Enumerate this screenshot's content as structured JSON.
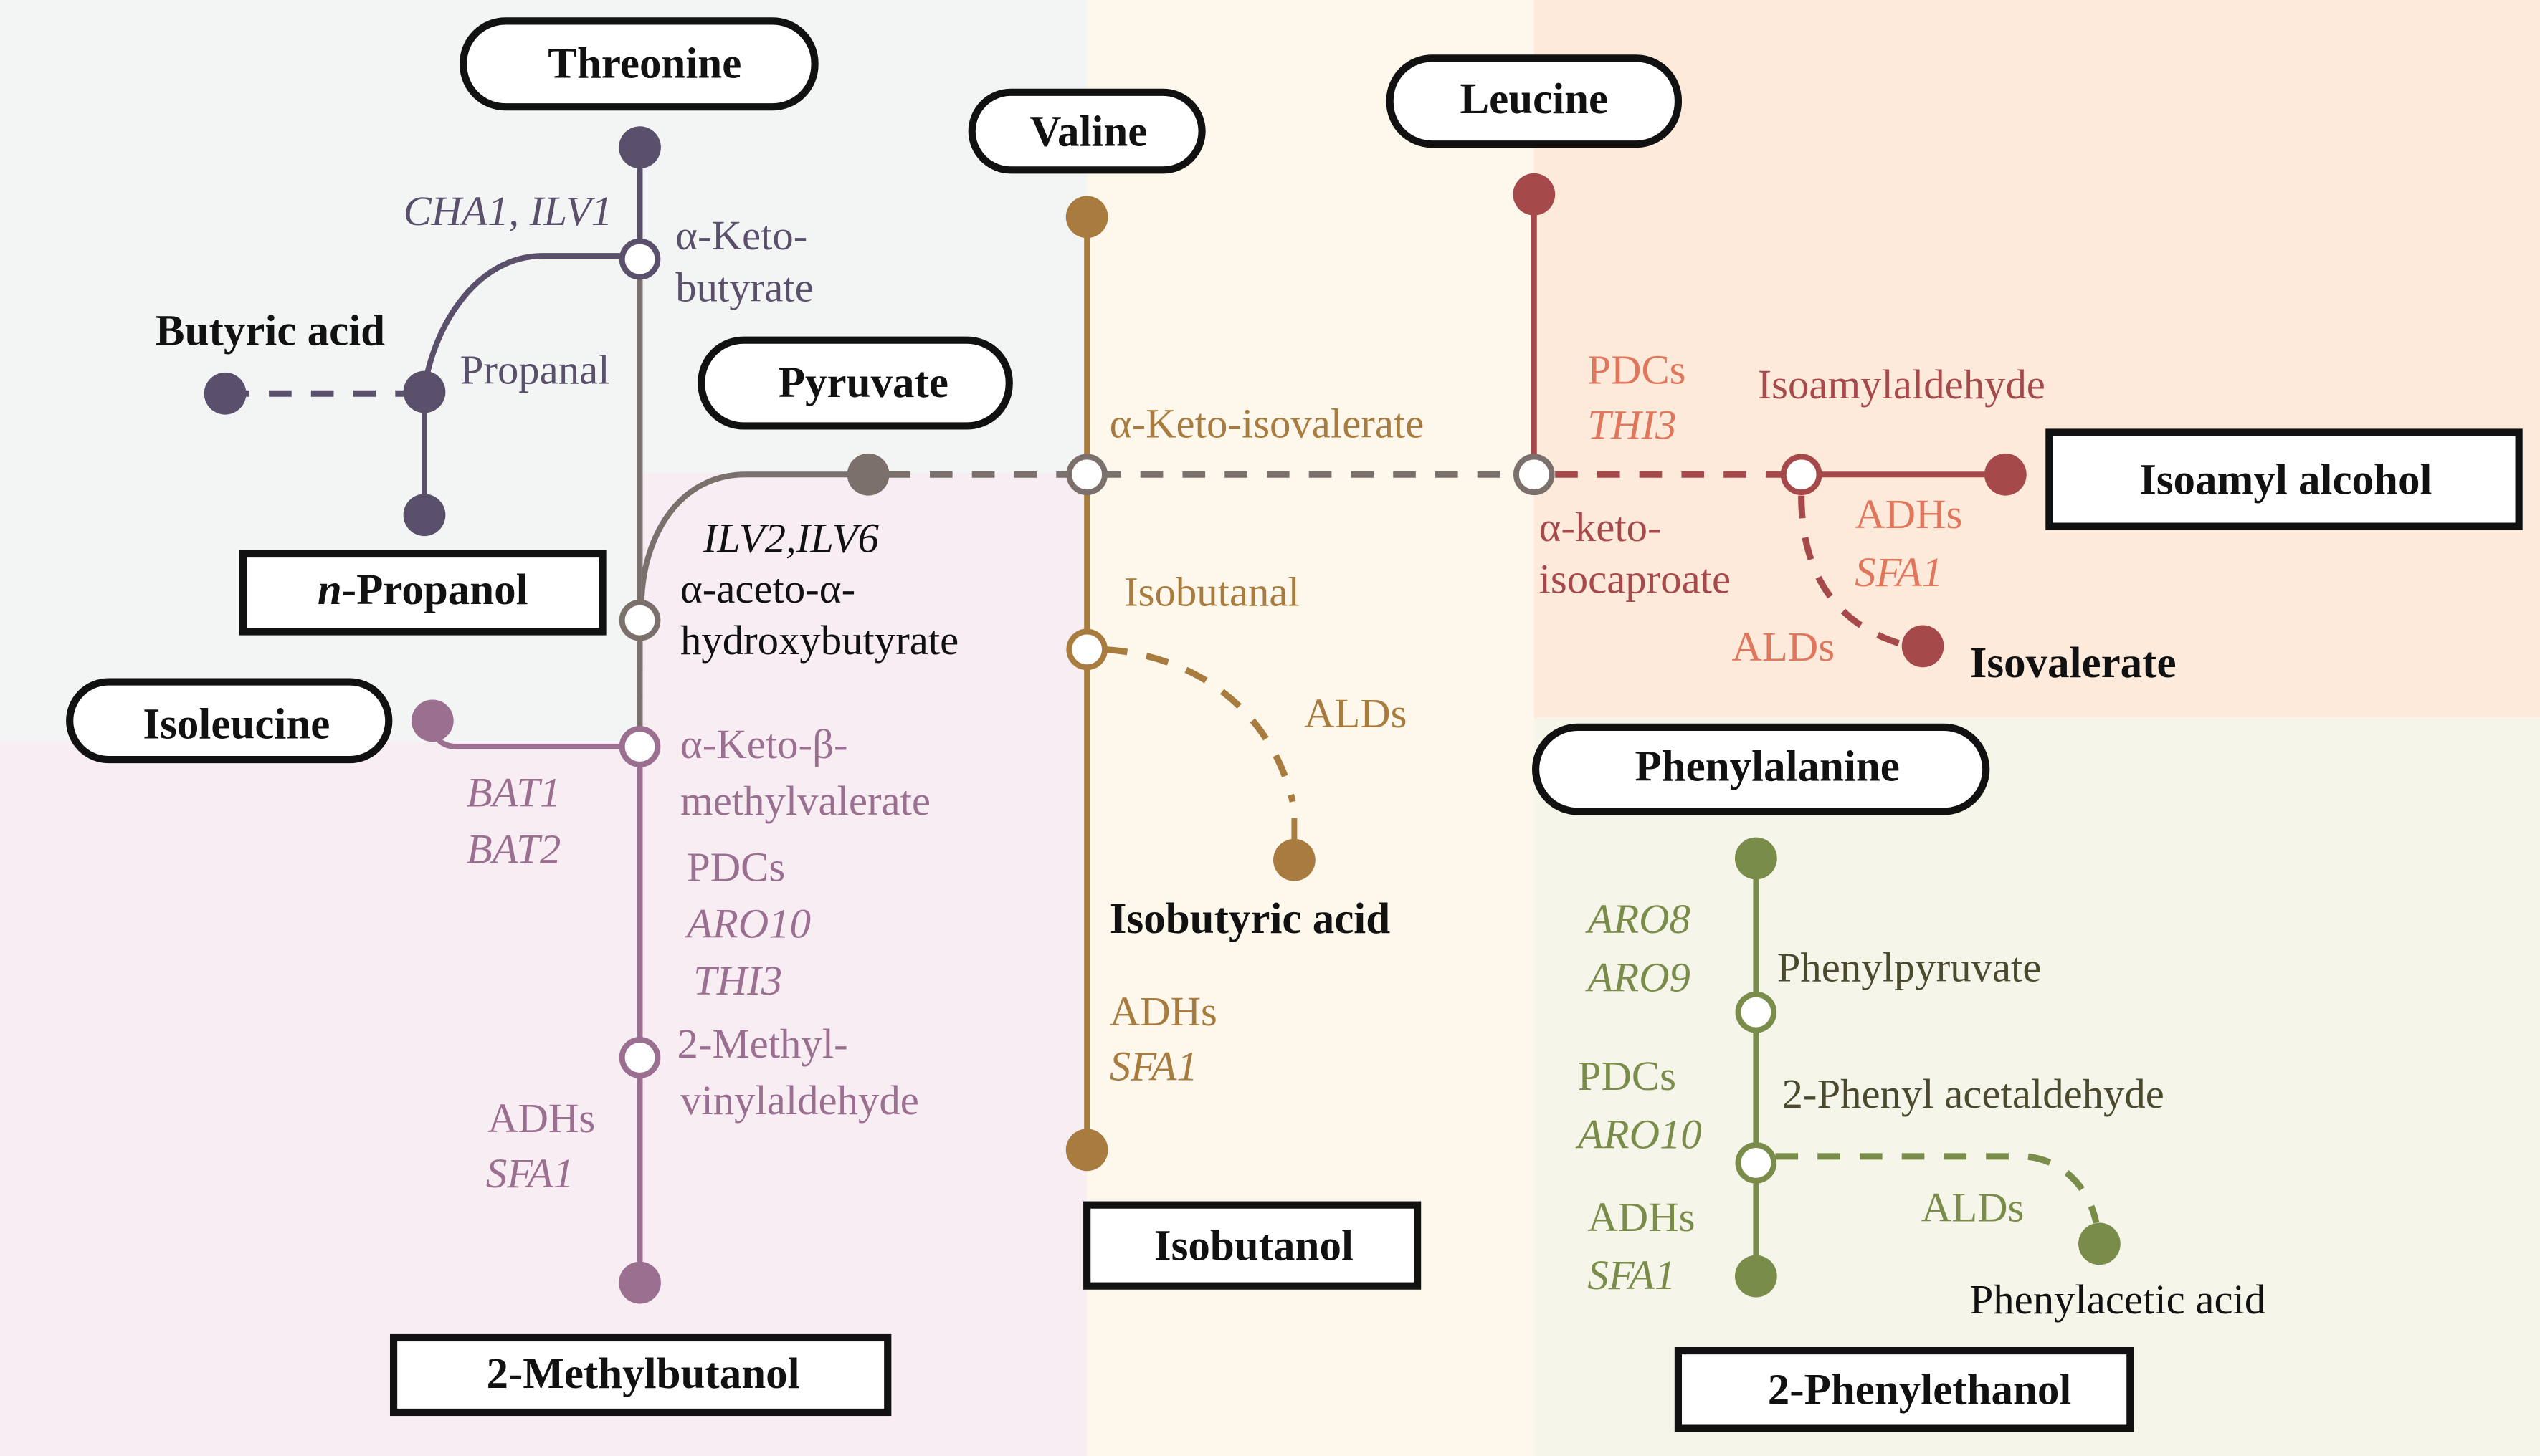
{
  "colors": {
    "threonine": "#5a506b",
    "pyruvate": "#7b706c",
    "isoleucine": "#9a6f90",
    "valine": "#a87b3e",
    "leucine_dark": "#a6494a",
    "leucine_label": "#e0775c",
    "phenylalanine": "#7a8c4a",
    "phenyl_text": "#4c4a2e",
    "bg_threonine": "#f3f5f4",
    "bg_isoleucine": "#f7edf3",
    "bg_valine": "#fdf7ec",
    "bg_leucine": "#fdeadb",
    "bg_phenylalanine": "#f6f5ea"
  },
  "amino_acids": {
    "threonine": "Threonine",
    "valine": "Valine",
    "leucine": "Leucine",
    "pyruvate": "Pyruvate",
    "isoleucine": "Isoleucine",
    "phenylalanine": "Phenylalanine"
  },
  "products": {
    "n_propanol_prefix": "n",
    "n_propanol": "-Propanol",
    "methylbutanol": "2-Methylbutanol",
    "isobutanol": "Isobutanol",
    "isoamyl_alcohol": "Isoamyl alcohol",
    "phenylethanol": "2-Phenylethanol"
  },
  "acids": {
    "butyric": "Butyric acid",
    "isobutyric": "Isobutyric acid",
    "isovalerate": "Isovalerate",
    "phenylacetic": "Phenylacetic acid"
  },
  "threonine_branch": {
    "genes": "CHA1, ILV1",
    "intermediate_1": "α-Keto-",
    "intermediate_2": "butyrate",
    "propanal": "Propanal"
  },
  "pyruvate_branch": {
    "genes": "ILV2,ILV6",
    "intermediate_1": "α-aceto-α-",
    "intermediate_2": "hydroxybutyrate"
  },
  "isoleucine_branch": {
    "genes_1": "BAT1",
    "genes_2": "BAT2",
    "intermediate_1": "α-Keto-β-",
    "intermediate_2": "methylvalerate",
    "enzymes_1": "PDCs",
    "enzymes_2": "ARO10",
    "enzymes_3": "THI3",
    "aldehyde_1": "2-Methyl-",
    "aldehyde_2": "vinylaldehyde",
    "reductase_1": "ADHs",
    "reductase_2": "SFA1"
  },
  "valine_branch": {
    "intermediate": "α-Keto-isovalerate",
    "aldehyde": "Isobutanal",
    "oxidase": "ALDs",
    "reductase_1": "ADHs",
    "reductase_2": "SFA1"
  },
  "leucine_branch": {
    "enzymes_1": "PDCs",
    "enzymes_2": "THI3",
    "intermediate_1": "α-keto-",
    "intermediate_2": "isocaproate",
    "aldehyde": "Isoamylaldehyde",
    "reductase_1": "ADHs",
    "reductase_2": "SFA1",
    "oxidase": "ALDs"
  },
  "phenylalanine_branch": {
    "genes_1": "ARO8",
    "genes_2": "ARO9",
    "intermediate": "Phenylpyruvate",
    "enzymes_1": "PDCs",
    "enzymes_2": "ARO10",
    "aldehyde": "2-Phenyl acetaldehyde",
    "reductase_1": "ADHs",
    "reductase_2": "SFA1",
    "oxidase": "ALDs"
  }
}
